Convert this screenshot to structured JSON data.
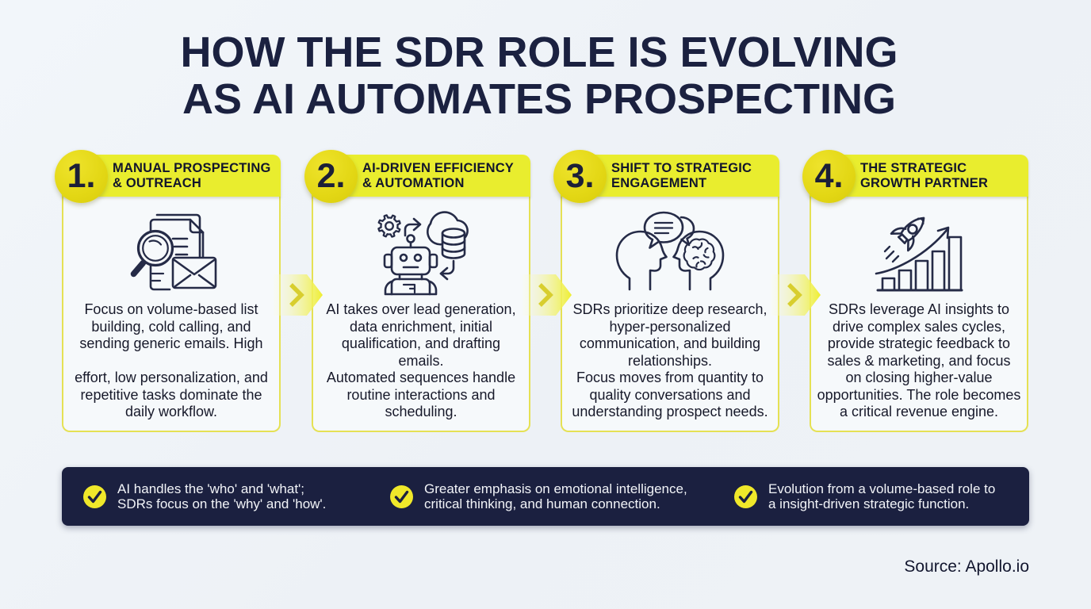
{
  "page": {
    "title": "HOW THE SDR ROLE IS EVOLVING\nAS AI AUTOMATES PROSPECTING",
    "source": "Source: Apollo.io",
    "colors": {
      "background": "#eef2f7",
      "navy": "#1b2140",
      "band_yellow": "#e9ed2e",
      "number_circle_yellow": "#e3d714",
      "card_border_yellow": "#e5e154",
      "check_circle_yellow": "#f0e82a",
      "card_background": "#f6f9fb",
      "takeaway_text": "#f2f4f8"
    }
  },
  "stages": [
    {
      "number": "1.",
      "title": "MANUAL PROSPECTING\n& OUTREACH",
      "icon": "document-search-envelope-icon",
      "description": "Focus on volume-based list\nbuilding, cold calling, and\nsending generic emails. High\n\neffort, low personalization, and\nrepetitive tasks dominate the\ndaily workflow."
    },
    {
      "number": "2.",
      "title": "AI-DRIVEN EFFICIENCY\n& AUTOMATION",
      "icon": "robot-automation-icon",
      "description": "AI takes over lead generation,\ndata enrichment, initial\nqualification, and drafting\nemails.\nAutomated sequences handle\nroutine interactions and\nscheduling."
    },
    {
      "number": "3.",
      "title": "SHIFT TO STRATEGIC\nENGAGEMENT",
      "icon": "conversation-minds-icon",
      "description": "SDRs prioritize deep research,\nhyper-personalized\ncommunication, and building\nrelationships.\nFocus moves from quantity to\nquality conversations and\nunderstanding prospect needs."
    },
    {
      "number": "4.",
      "title": "THE STRATEGIC\nGROWTH PARTNER",
      "icon": "rocket-growth-chart-icon",
      "description": "SDRs leverage AI insights to\ndrive complex sales cycles,\nprovide strategic feedback to\nsales & marketing, and focus\non closing higher-value\nopportunities. The role becomes\na critical revenue engine."
    }
  ],
  "takeaways": [
    {
      "icon": "check-icon",
      "text": "AI handles the 'who' and 'what';\nSDRs focus on the 'why' and 'how'."
    },
    {
      "icon": "check-icon",
      "text": "Greater emphasis on emotional intelligence,\ncritical thinking, and human connection."
    },
    {
      "icon": "check-icon",
      "text": "Evolution from a volume-based role to\na insight-driven strategic function."
    }
  ]
}
